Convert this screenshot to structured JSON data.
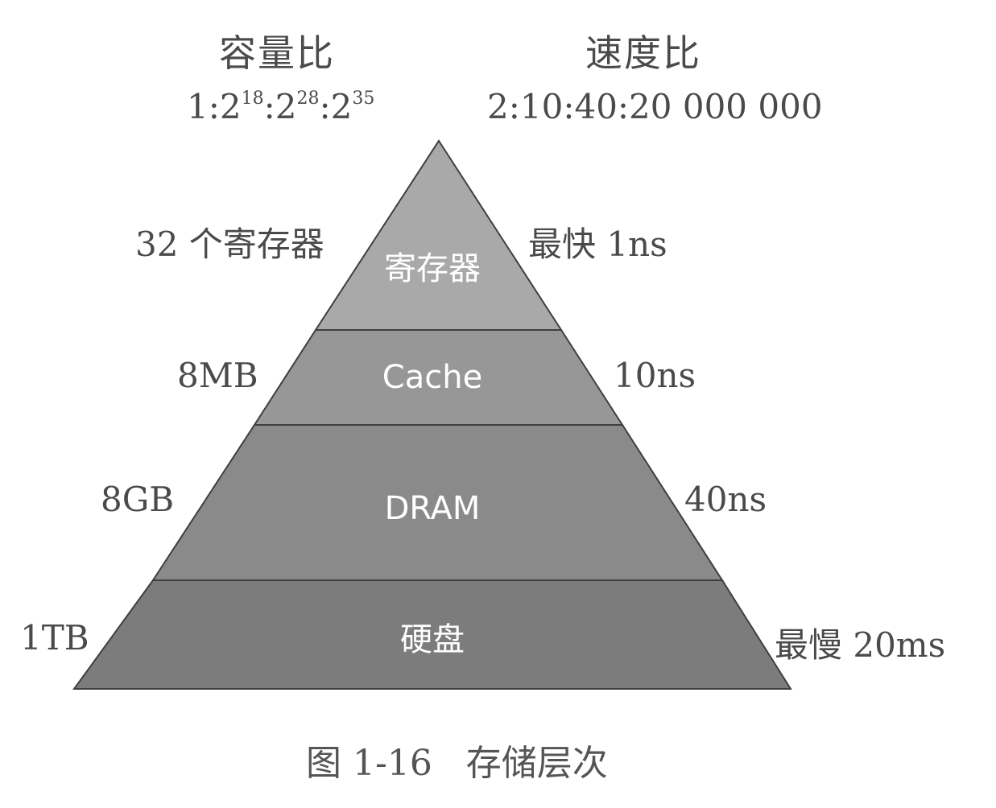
{
  "header": {
    "capacity_title": "容量比",
    "capacity_ratio": {
      "parts": [
        {
          "base": "1:2",
          "exp": "18"
        },
        {
          "base": ":2",
          "exp": "28"
        },
        {
          "base": ":2",
          "exp": "35"
        }
      ]
    },
    "speed_title": "速度比",
    "speed_ratio": "2:10:40:20 000 000"
  },
  "layers": [
    {
      "name": "寄存器",
      "capacity": "32 个寄存器",
      "speed": "最快 1ns",
      "fill": "#a9a9a9"
    },
    {
      "name": "Cache",
      "capacity": "8MB",
      "speed": "10ns",
      "fill": "#979797"
    },
    {
      "name": "DRAM",
      "capacity": "8GB",
      "speed": "40ns",
      "fill": "#8a8a8a"
    },
    {
      "name": "硬盘",
      "capacity": "1TB",
      "speed": "最慢 20ms",
      "fill": "#7c7c7c"
    }
  ],
  "caption": "图 1-16   存储层次"
}
